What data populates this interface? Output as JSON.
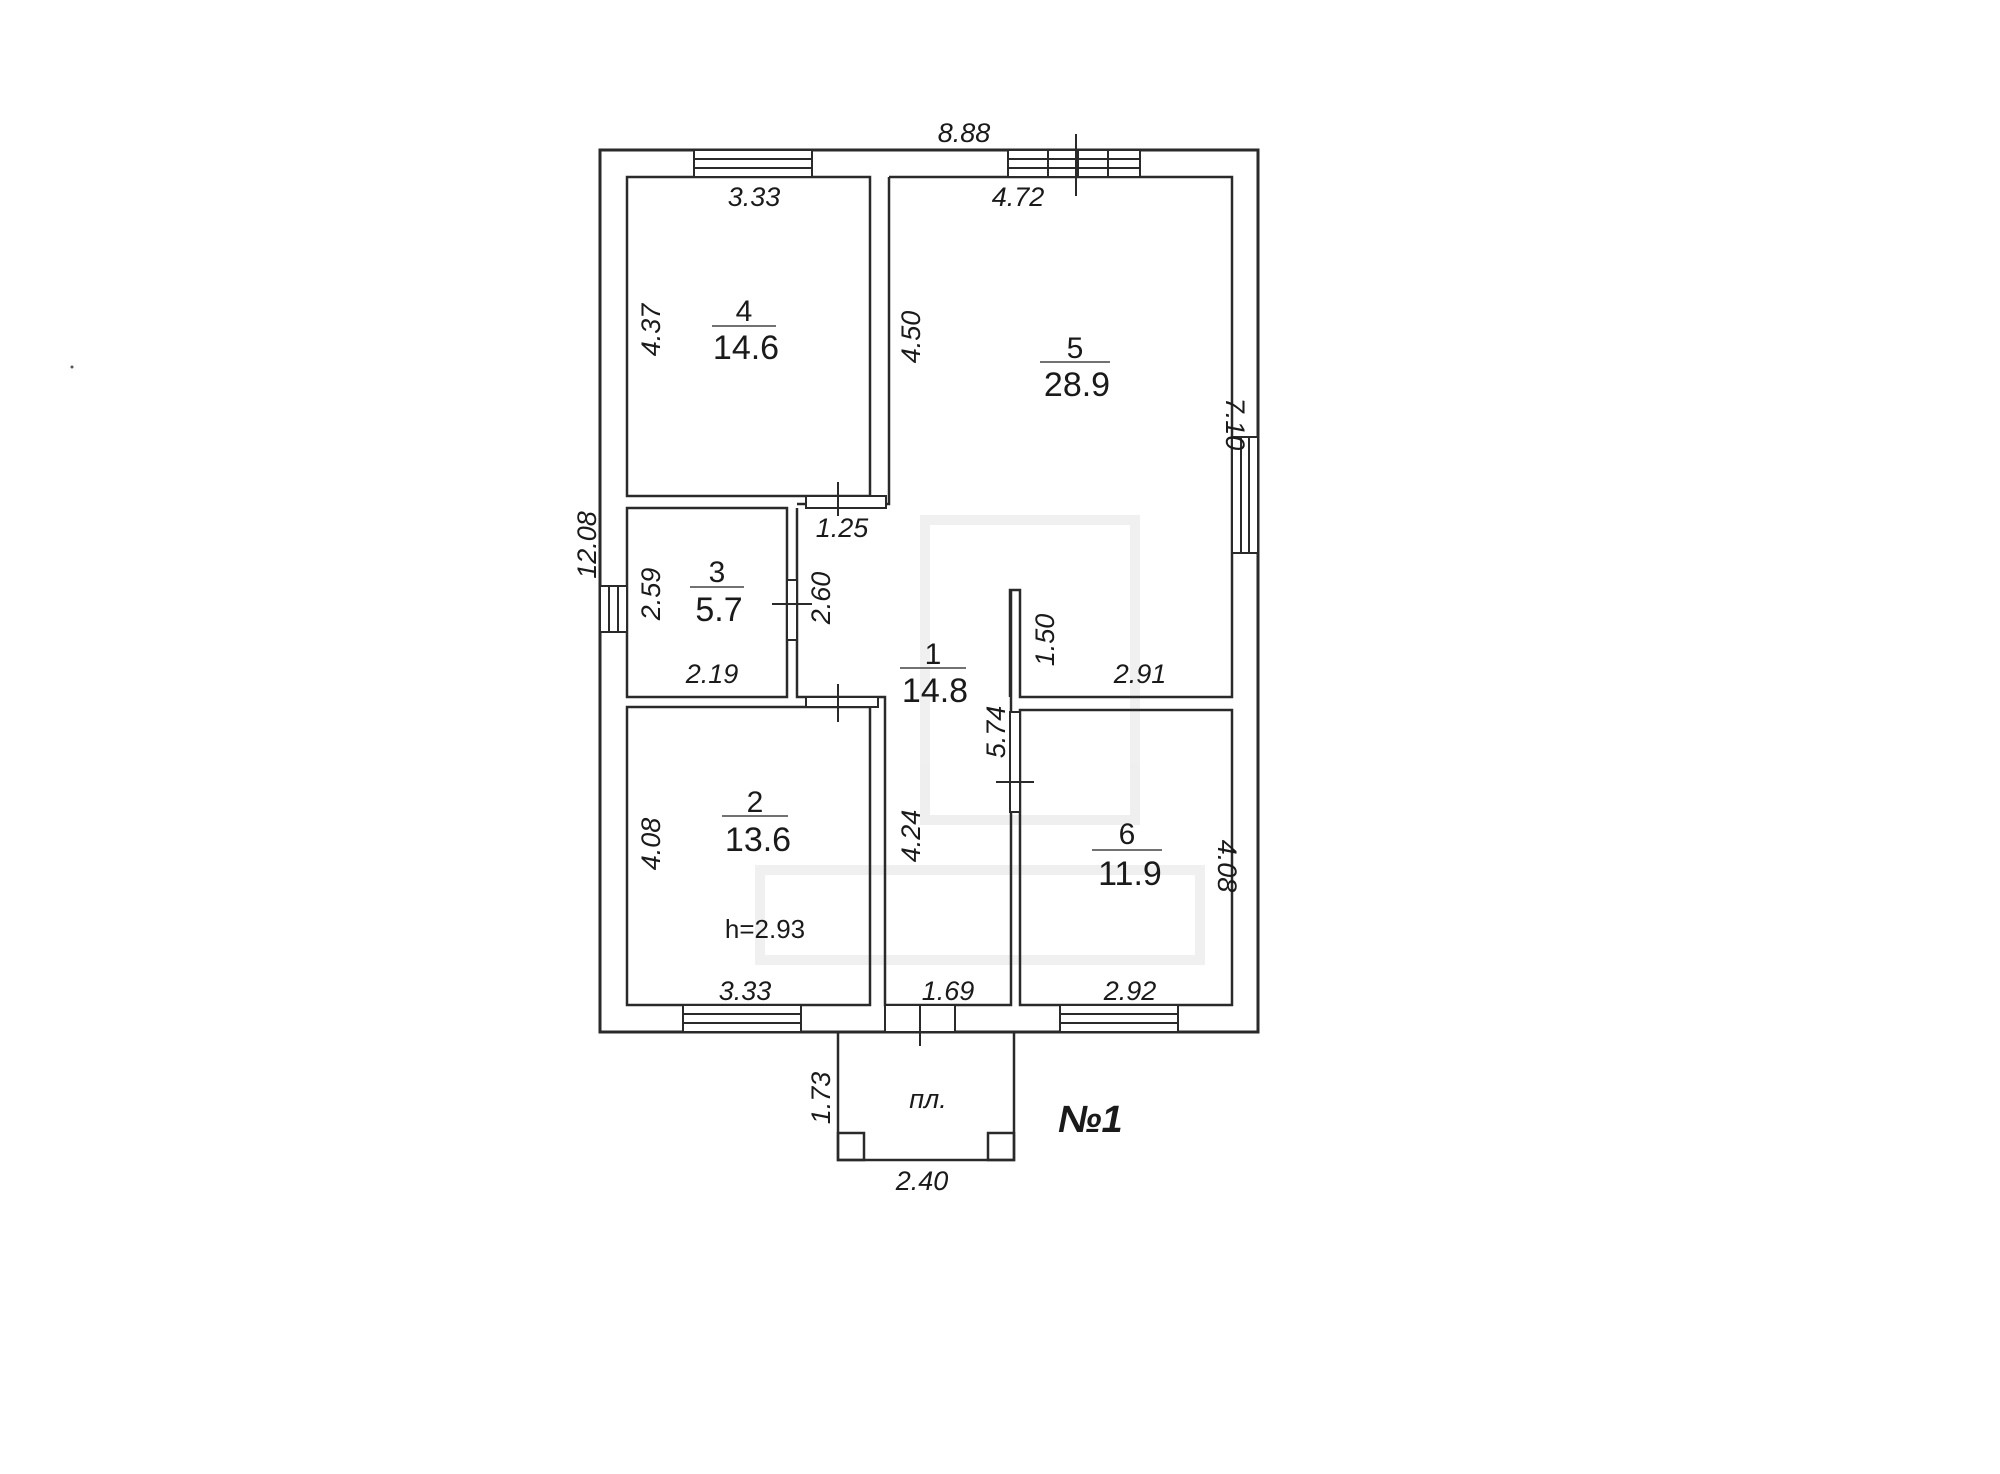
{
  "plan_label": "№1",
  "ceiling_height": "h=2.93",
  "rooms": [
    {
      "id": "1",
      "number": "1",
      "area": "14.8"
    },
    {
      "id": "2",
      "number": "2",
      "area": "13.6"
    },
    {
      "id": "3",
      "number": "3",
      "area": "5.7"
    },
    {
      "id": "4",
      "number": "4",
      "area": "14.6"
    },
    {
      "id": "5",
      "number": "5",
      "area": "28.9"
    },
    {
      "id": "6",
      "number": "6",
      "area": "11.9"
    }
  ],
  "porch_label": "пл.",
  "dimensions": {
    "total_width": "8.88",
    "total_height": "12.08",
    "r4_width": "3.33",
    "r4_height": "4.37",
    "r5_width": "4.72",
    "r5_left": "4.50",
    "r5_right": "7.10",
    "r5_bottom": "2.91",
    "corridor_top": "1.25",
    "r3_left": "2.59",
    "r3_right": "2.60",
    "r3_bottom": "2.19",
    "partition": "1.50",
    "corridor_right": "5.74",
    "r2_left": "4.08",
    "r2_bottom": "3.33",
    "corridor_left": "4.24",
    "corridor_bottom": "1.69",
    "r6_bottom": "2.92",
    "r6_right": "4.08",
    "porch_height": "1.73",
    "porch_width": "2.40"
  }
}
